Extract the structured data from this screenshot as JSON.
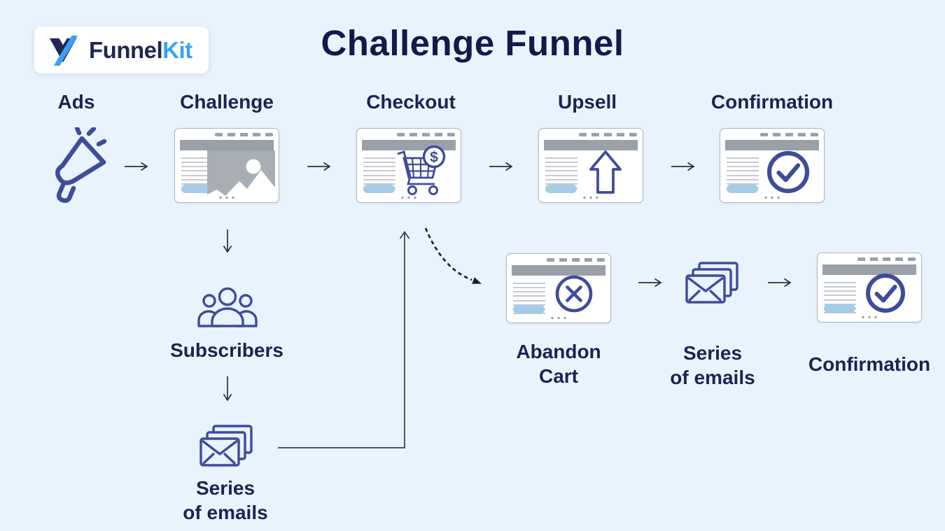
{
  "colors": {
    "background": "#e8f3fd",
    "title_navy": "#111a4a",
    "label_navy": "#1b2450",
    "icon_indigo": "#3e4c99",
    "logo_navy": "#1e2756",
    "logo_blue": "#38a1f8",
    "chrome_gray": "#9aa0a8",
    "pill_blue": "#a3cce8"
  },
  "logo": {
    "brand": "Funnel",
    "brand_suffix": "Kit",
    "mark": "funnelkit-w-mark"
  },
  "title": "Challenge Funnel",
  "top_row": {
    "steps": [
      {
        "label": "Ads",
        "icon": "megaphone-icon"
      },
      {
        "label": "Challenge",
        "icon": "image-placeholder-icon"
      },
      {
        "label": "Checkout",
        "icon": "cart-dollar-icon"
      },
      {
        "label": "Upsell",
        "icon": "upsell-arrow-icon"
      },
      {
        "label": "Confirmation",
        "icon": "check-circle-icon"
      }
    ]
  },
  "subscribers_branch": {
    "subscribers_icon": "people-group-icon",
    "subscribers_label": "Subscribers",
    "emails_icon": "email-stack-icon",
    "emails_label": {
      "line1": "Series",
      "line2": "of emails"
    }
  },
  "abandon_branch": {
    "abandon_icon": "cancel-circle-icon",
    "abandon_label": {
      "line1": "Abandon",
      "line2": "Cart"
    },
    "emails_icon": "email-stack-icon",
    "emails_label": {
      "line1": "Series",
      "line2": "of emails"
    },
    "confirmation_icon": "check-circle-icon",
    "confirmation_label": "Confirmation"
  },
  "glyphs": {
    "cart_badge": "$"
  }
}
